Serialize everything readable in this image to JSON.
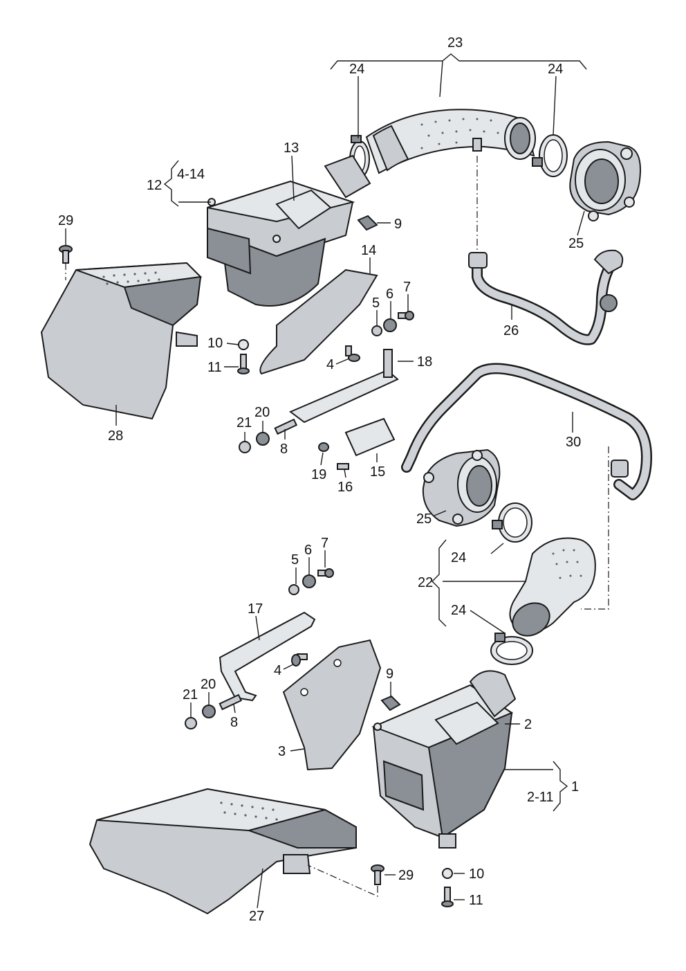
{
  "callouts": {
    "c23": "23",
    "c24_a": "24",
    "c24_b": "24",
    "c24_c": "24",
    "c24_d": "24",
    "c13": "13",
    "c12": "12",
    "c4_14": "4-14",
    "c29_a": "29",
    "c29_b": "29",
    "c9_a": "9",
    "c9_b": "9",
    "c25_a": "25",
    "c25_b": "25",
    "c14": "14",
    "c7_a": "7",
    "c7_b": "7",
    "c6_a": "6",
    "c6_b": "6",
    "c5_a": "5",
    "c5_b": "5",
    "c26": "26",
    "c10_a": "10",
    "c10_b": "10",
    "c11_a": "11",
    "c11_b": "11",
    "c4_a": "4",
    "c4_b": "4",
    "c18": "18",
    "c28": "28",
    "c21_a": "21",
    "c21_b": "21",
    "c20_a": "20",
    "c20_b": "20",
    "c8_a": "8",
    "c8_b": "8",
    "c30": "30",
    "c19": "19",
    "c16": "16",
    "c15": "15",
    "c22": "22",
    "c17": "17",
    "c2": "2",
    "c3": "3",
    "c1": "1",
    "c2_11": "2-11",
    "c27": "27"
  }
}
